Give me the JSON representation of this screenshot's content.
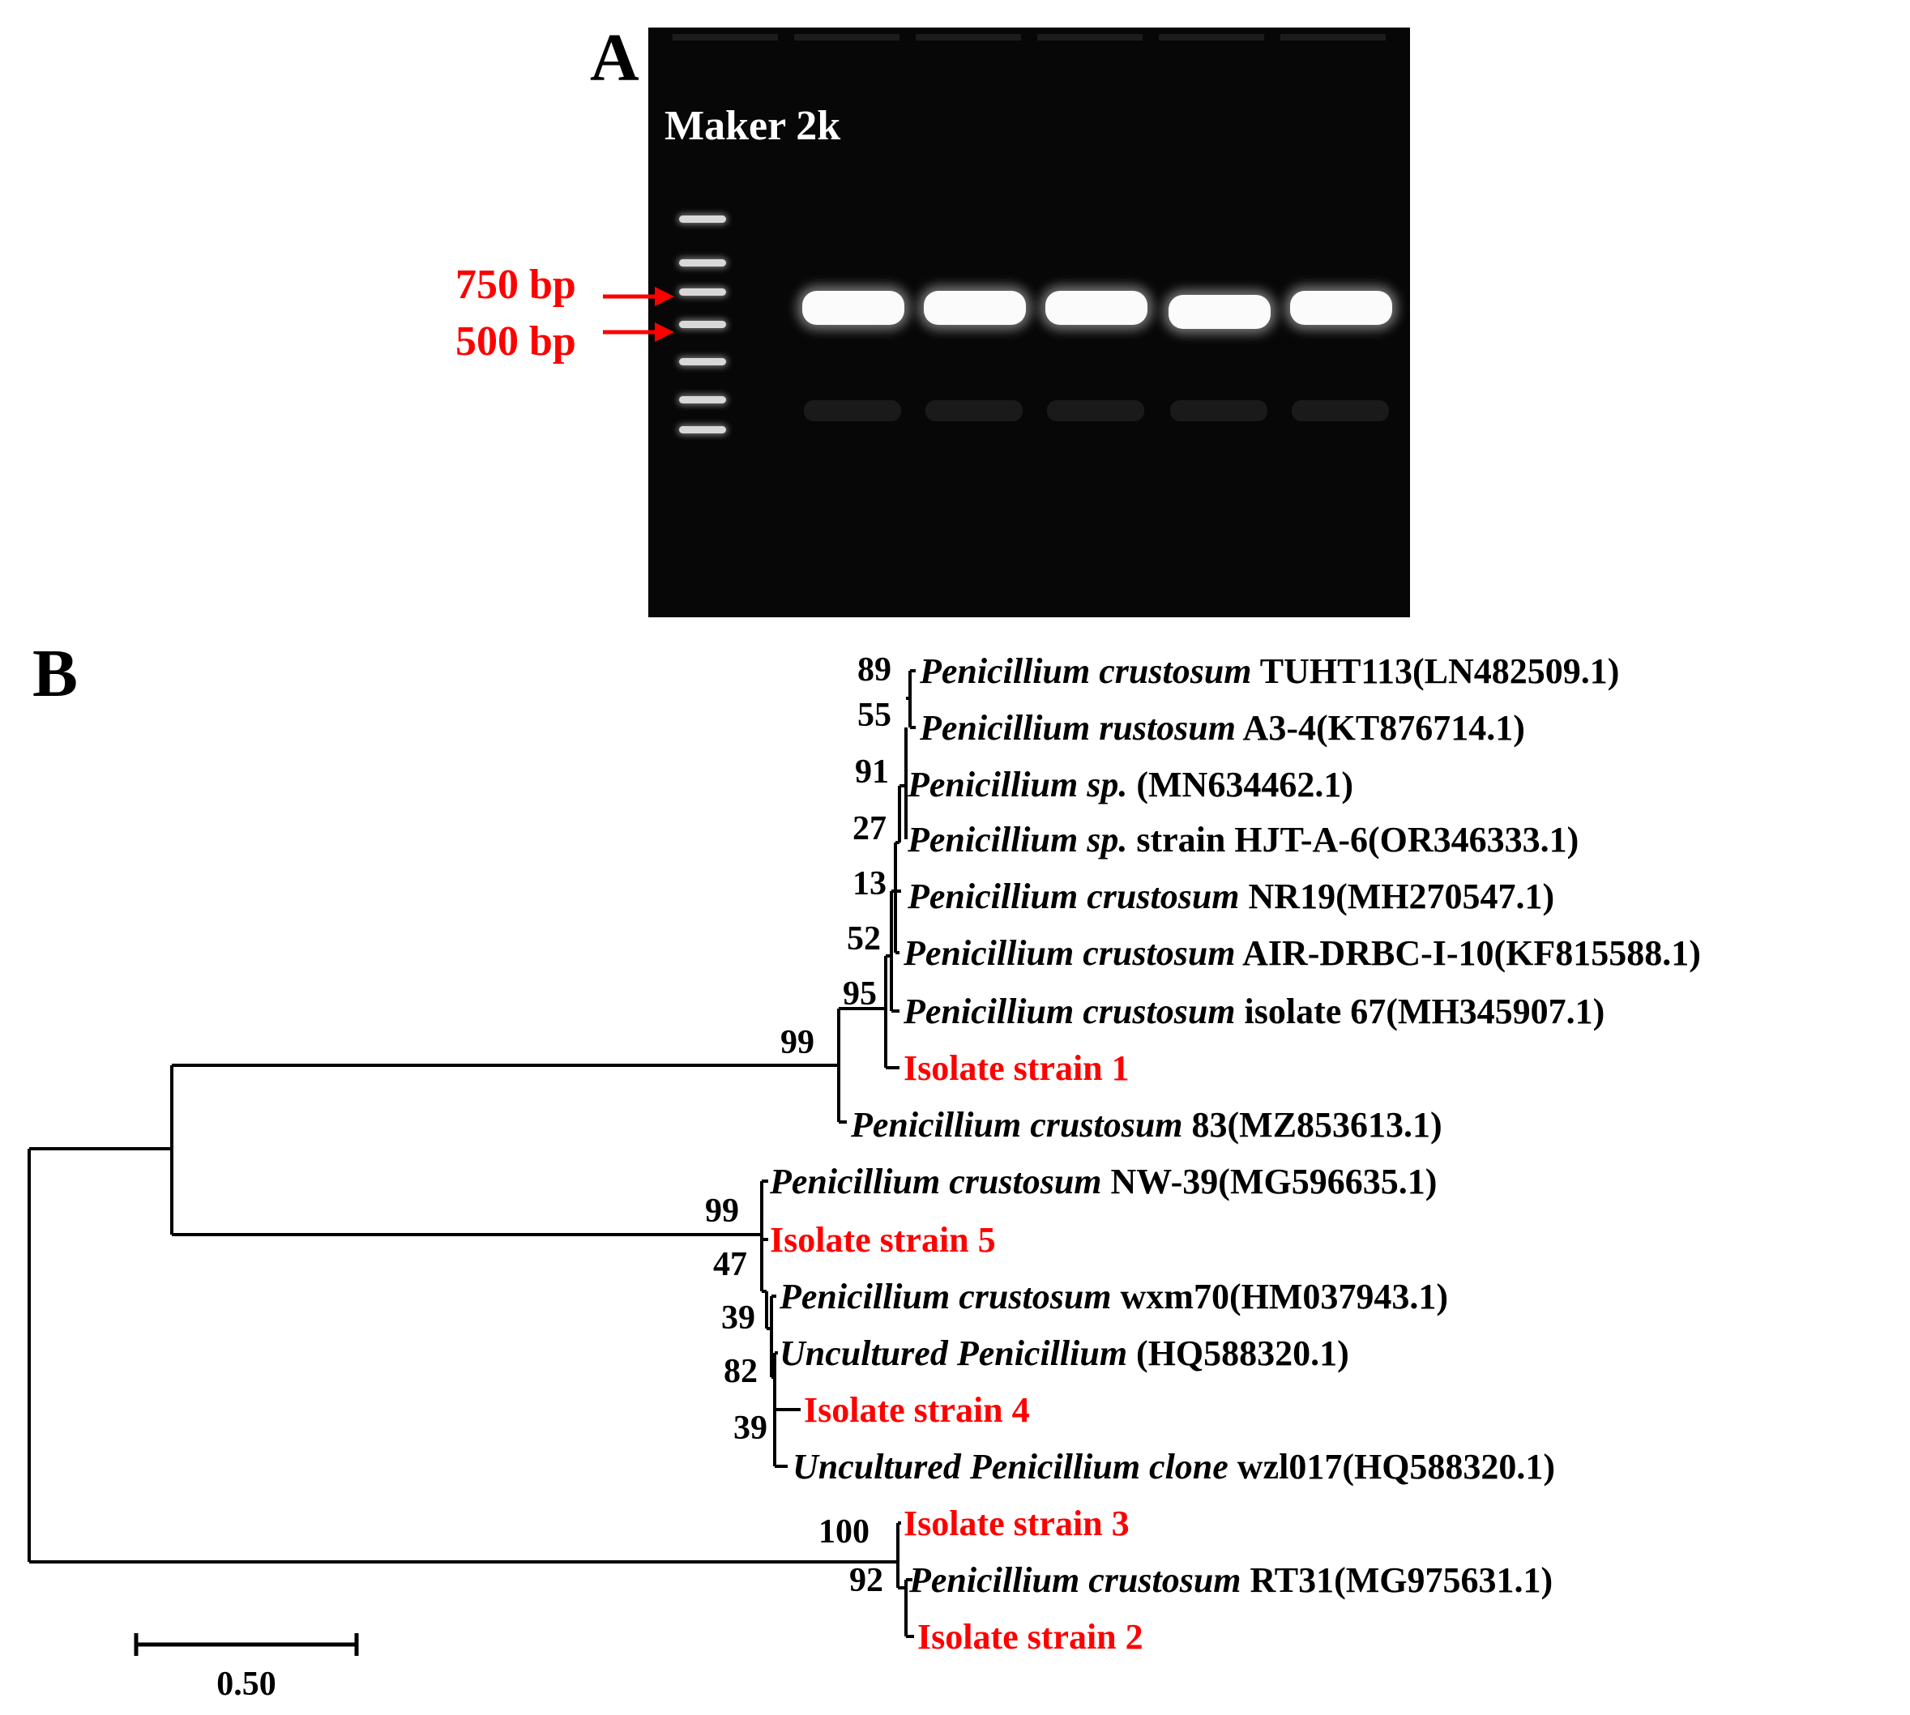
{
  "panel_a": {
    "letter": "A",
    "marker_label": "Maker 2k",
    "bp_labels": [
      "750 bp",
      "500 bp"
    ],
    "band_count": 5
  },
  "panel_b": {
    "letter": "B",
    "scale_label": "0.50",
    "colors": {
      "highlight": "#ff0000",
      "text": "#000000",
      "branch": "#000000"
    },
    "taxa": [
      {
        "italic": "Penicillium crustosum",
        "rest": " TUHT113(LN482509.1)",
        "highlight": false
      },
      {
        "italic": "Penicillium rustosum",
        "rest": " A3-4(KT876714.1)",
        "highlight": false
      },
      {
        "italic": "Penicillium sp.",
        "rest": " (MN634462.1)",
        "highlight": false
      },
      {
        "italic": "Penicillium sp.",
        "rest": " strain HJT-A-6(OR346333.1)",
        "highlight": false
      },
      {
        "italic": "Penicillium crustosum",
        "rest": " NR19(MH270547.1)",
        "highlight": false
      },
      {
        "italic": "Penicillium crustosum",
        "rest": " AIR-DRBC-I-10(KF815588.1)",
        "highlight": false
      },
      {
        "italic": "Penicillium crustosum",
        "rest": " isolate 67(MH345907.1)",
        "highlight": false
      },
      {
        "italic": "",
        "rest": "Isolate strain 1",
        "highlight": true
      },
      {
        "italic": "Penicillium crustosum",
        "rest": " 83(MZ853613.1)",
        "highlight": false
      },
      {
        "italic": "Penicillium crustosum",
        "rest": " NW-39(MG596635.1)",
        "highlight": false
      },
      {
        "italic": "",
        "rest": "Isolate strain 5",
        "highlight": true
      },
      {
        "italic": "Penicillium crustosum",
        "rest": " wxm70(HM037943.1)",
        "highlight": false
      },
      {
        "italic": "Uncultured Penicillium",
        "rest": " (HQ588320.1)",
        "highlight": false
      },
      {
        "italic": "",
        "rest": "Isolate strain 4",
        "highlight": true
      },
      {
        "italic": "Uncultured Penicillium clone",
        "rest": " wzl017(HQ588320.1)",
        "highlight": false
      },
      {
        "italic": "",
        "rest": "Isolate strain 3",
        "highlight": true
      },
      {
        "italic": "Penicillium crustosum",
        "rest": " RT31(MG975631.1)",
        "highlight": false
      },
      {
        "italic": "",
        "rest": "Isolate strain 2",
        "highlight": true
      }
    ],
    "bootstrap": [
      "89",
      "55",
      "91",
      "27",
      "13",
      "52",
      "95",
      "99",
      "99",
      "47",
      "39",
      "82",
      "39",
      "100",
      "92"
    ]
  }
}
